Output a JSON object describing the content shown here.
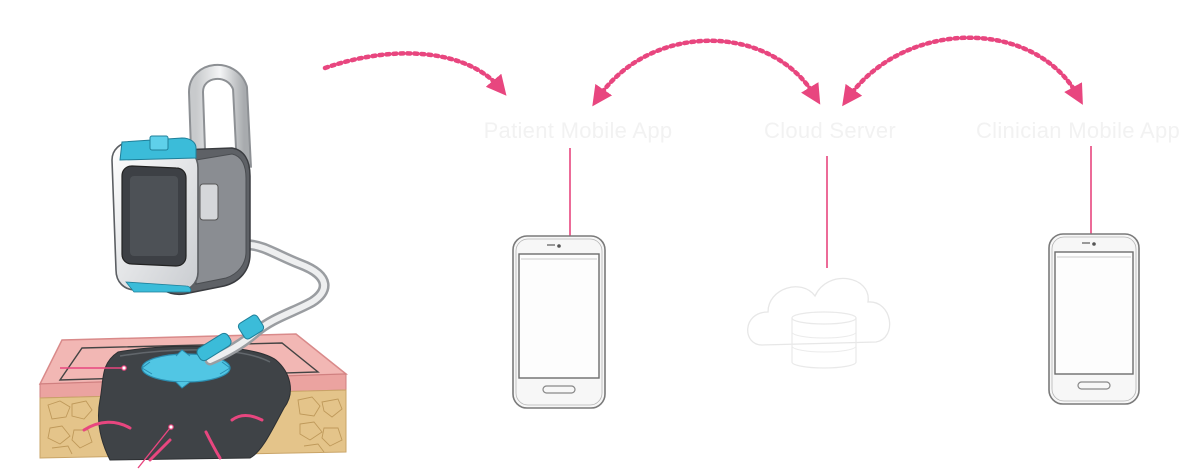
{
  "nodes": {
    "patient_app": {
      "label": "Patient Mobile App"
    },
    "cloud": {
      "label": "Cloud Server"
    },
    "clinician_app": {
      "label": "Clinician Mobile App"
    }
  },
  "icons": {
    "device": "wound-therapy-device-icon",
    "wound": "wound-cross-section-icon",
    "phone": "smartphone-sketch-icon",
    "cloud": "cloud-database-sketch-icon"
  },
  "colors": {
    "accent": "#e8467f",
    "label": "#f2f2f2",
    "device_cyan": "#3bbcd9",
    "device_gray": "#5a5d62",
    "wound_dark": "#3f4347",
    "skin": "#f2b7b4",
    "tissue": "#e4c48a"
  }
}
